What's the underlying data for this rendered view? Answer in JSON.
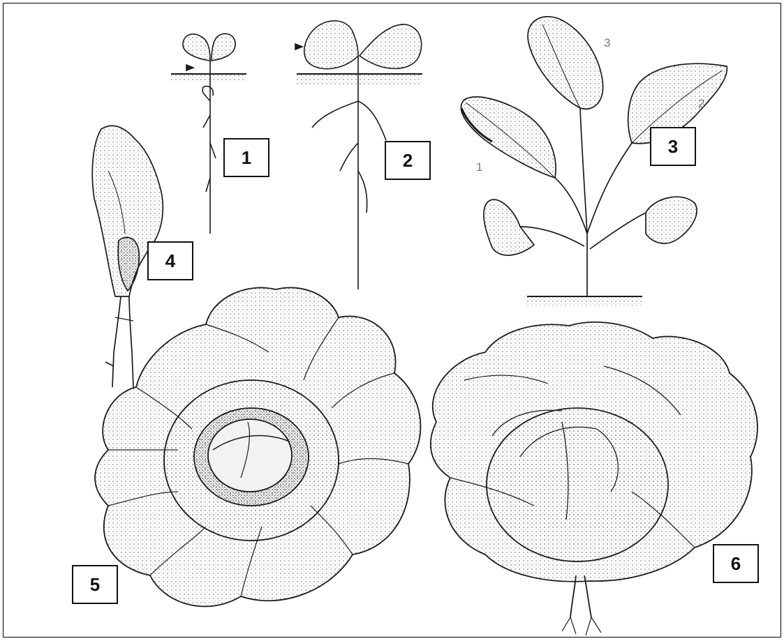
{
  "labels": {
    "stage_1": "1",
    "stage_2": "2",
    "stage_3": "3",
    "stage_4": "4",
    "stage_5": "5",
    "stage_6": "6"
  },
  "leaf_numbers": {
    "leaf_1": "1",
    "leaf_2": "2",
    "leaf_3": "3"
  },
  "colors": {
    "ink": "#1a1a1a",
    "paper": "#ffffff",
    "shade": "#9a9a9a"
  }
}
